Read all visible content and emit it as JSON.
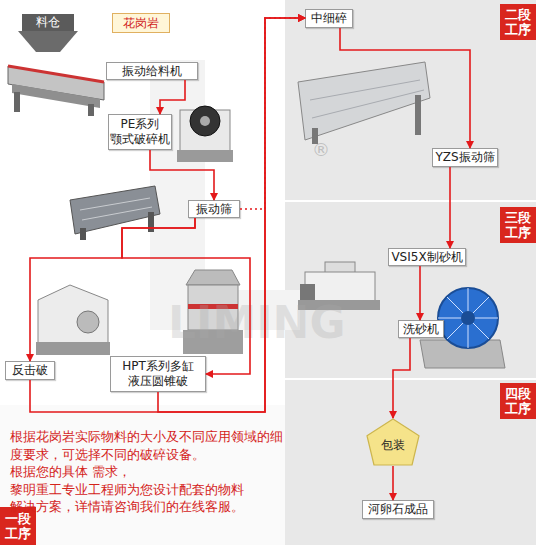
{
  "diagram": {
    "nodes": [
      {
        "text": [
          "料仓"
        ]
      },
      {
        "text": [
          "花岗岩"
        ]
      },
      {
        "text": [
          "振动给料机"
        ]
      },
      {
        "text": [
          "PE系列 颚式破碎机"
        ]
      },
      {
        "text": [
          "振动筛"
        ]
      },
      {
        "text": [
          "反击破"
        ]
      },
      {
        "text": [
          "HPT系列多缸 液压圆锥破"
        ]
      },
      {
        "text": [
          "中细碎"
        ]
      },
      {
        "text": [
          "二段工序"
        ]
      },
      {
        "text": [
          "YZS振动筛"
        ]
      },
      {
        "text": [
          "三段工序"
        ]
      },
      {
        "text": [
          "VSI5X制砂机"
        ]
      },
      {
        "text": [
          "洗砂机"
        ]
      },
      {
        "text": [
          "四段工序"
        ]
      },
      {
        "text": [
          "包装"
        ]
      },
      {
        "text": [
          "河卵石成品"
        ]
      },
      {
        "text": [
          "一段工序"
        ]
      }
    ],
    "edges": [
      {
        "from": 2,
        "to": 3,
        "arrow": "to"
      },
      {
        "from": 3,
        "to": 4,
        "arrow": "to"
      },
      {
        "from": 4,
        "to": 5,
        "arrow": "to"
      },
      {
        "from": 4,
        "to": 6,
        "arrow": "to"
      },
      {
        "from": 4,
        "to": 7,
        "arrow": "to"
      },
      {
        "from": 5,
        "to": 7,
        "arrow": "to"
      },
      {
        "from": 6,
        "to": 7,
        "arrow": "to"
      },
      {
        "from": 7,
        "to": 9,
        "arrow": "to"
      },
      {
        "from": 9,
        "to": 11,
        "arrow": "to"
      },
      {
        "from": 11,
        "to": 12,
        "arrow": "to"
      },
      {
        "from": 12,
        "to": 14,
        "arrow": "to"
      },
      {
        "from": 14,
        "to": 15,
        "arrow": "to"
      }
    ],
    "labels": [
      "根据花岗岩实际物料的大小及不同应用领域的细 度要求，可选择不同的破碎设备。根据您的具体 需求，黎明重工专业工程师为您设计配套的物料 解决方案，详情请咨询我们的在线客服。",
      "LIMING",
      "®"
    ]
  }
}
